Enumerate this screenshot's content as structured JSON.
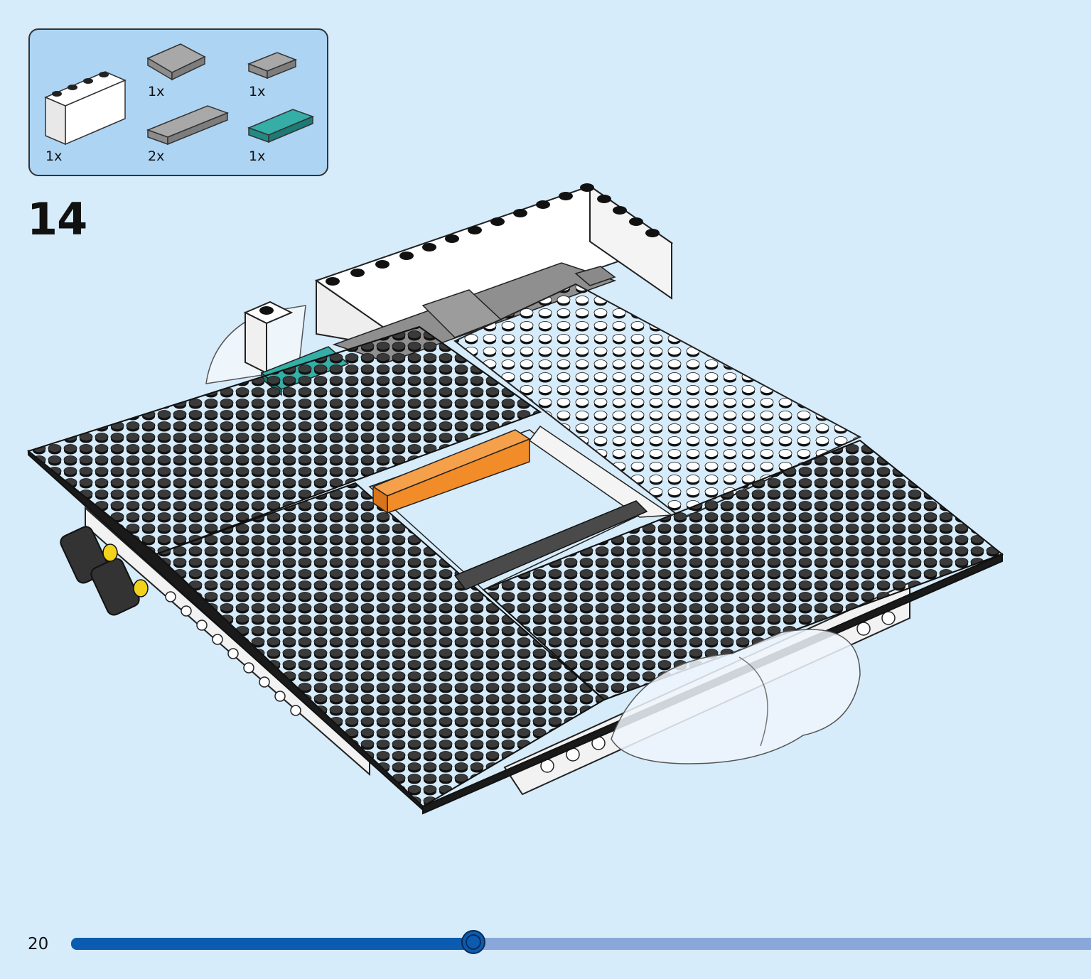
{
  "parts_list": {
    "items": [
      {
        "name": "white-panel",
        "qty": "1x",
        "color": "#ffffff"
      },
      {
        "name": "gray-tile-2x2",
        "qty": "1x",
        "color": "#9a9a9a"
      },
      {
        "name": "gray-tile-1x2",
        "qty": "1x",
        "color": "#9a9a9a"
      },
      {
        "name": "gray-tile-1x4",
        "qty": "2x",
        "color": "#9a9a9a"
      },
      {
        "name": "teal-tile-1x3",
        "qty": "1x",
        "color": "#2a9a92"
      }
    ]
  },
  "step": {
    "number": "14"
  },
  "footer": {
    "page_number": "20",
    "progress_fraction": 0.396
  },
  "colors": {
    "background": "#d6ecfb",
    "parts_box": "#aed4f4",
    "black_plate": "#2b2b2b",
    "white_plate": "#f4f4f4",
    "orange": "#f28c28",
    "teal": "#2a9a92",
    "gray": "#9a9a9a",
    "progress_fill": "#0b5cb0",
    "progress_track": "#8aa7d9"
  }
}
